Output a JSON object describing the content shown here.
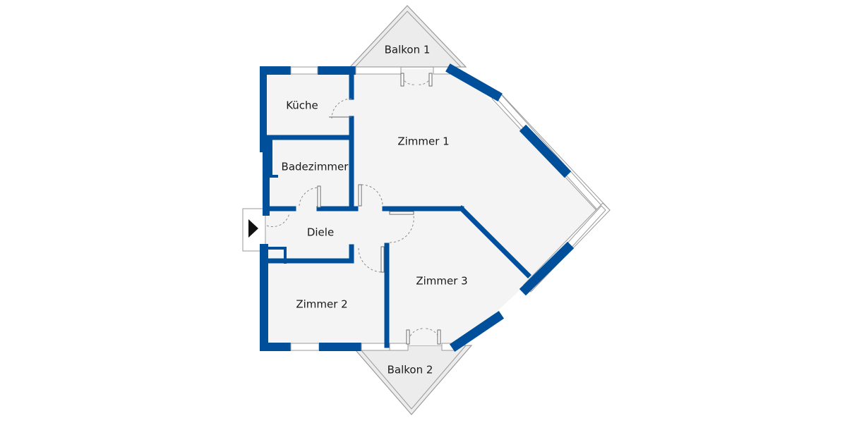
{
  "rooms": {
    "balkon_1": "Balkon 1",
    "kueche": "Küche",
    "zimmer_1": "Zimmer 1",
    "badezimmer": "Badezimmer",
    "diele": "Diele",
    "zimmer_3": "Zimmer 3",
    "zimmer_2": "Zimmer 2",
    "balkon_2": "Balkon 2"
  },
  "colors": {
    "wall": "#004f9a",
    "floor": "#f4f4f4",
    "balcony": "#ececec"
  },
  "icons": {
    "entrance": "entrance-arrow-icon"
  }
}
